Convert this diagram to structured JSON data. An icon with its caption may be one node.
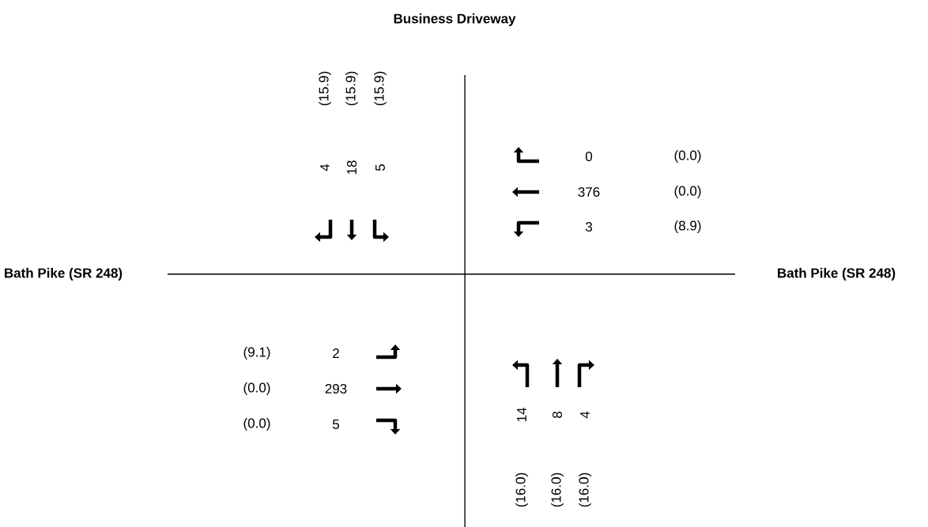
{
  "diagram": {
    "labels": [
      "Business Driveway",
      "(15.9)",
      "(15.9)",
      "(15.9)",
      "4",
      "18",
      "5",
      "0",
      "(0.0)",
      "376",
      "(0.0)",
      "3",
      "(8.9)",
      "Bath Pike (SR 248)",
      "Bath Pike (SR 248)",
      "(9.1)",
      "2",
      "(0.0)",
      "293",
      "(0.0)",
      "5",
      "14",
      "8",
      "4",
      "(16.0)",
      "(16.0)",
      "(16.0)"
    ]
  }
}
